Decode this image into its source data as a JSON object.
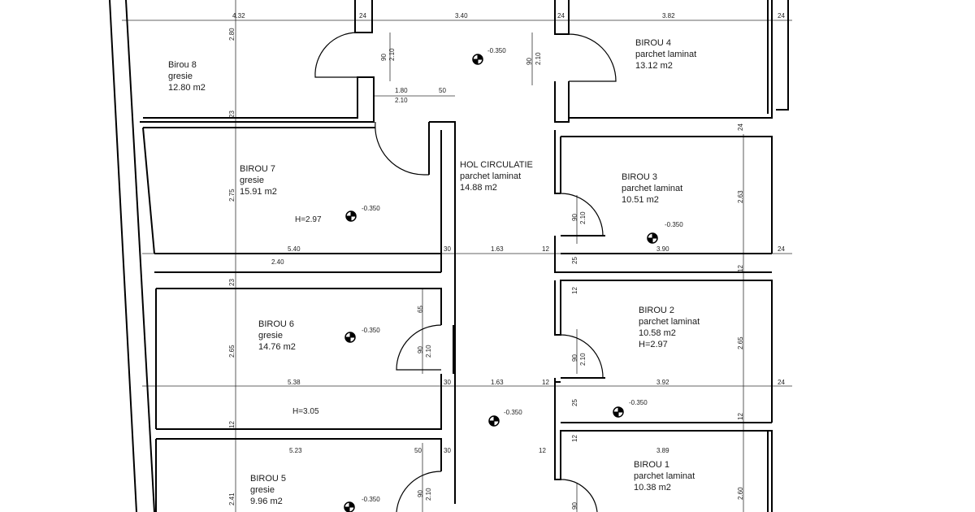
{
  "rooms": [
    {
      "name": "Birou 8",
      "finish": "gresie",
      "area": "12.80 m2"
    },
    {
      "name": "BIROU 4",
      "finish": "parchet laminat",
      "area": "13.12 m2"
    },
    {
      "name": "BIROU 7",
      "finish": "gresie",
      "area": "15.91 m2"
    },
    {
      "name": "HOL CIRCULATIE",
      "finish": "parchet laminat",
      "area": "14.88 m2"
    },
    {
      "name": "BIROU 3",
      "finish": "parchet laminat",
      "area": "10.51 m2"
    },
    {
      "name": "BIROU 6",
      "finish": "gresie",
      "area": "14.76 m2"
    },
    {
      "name": "BIROU 2",
      "finish": "parchet laminat",
      "area": "10.58 m2",
      "height": "H=2.97"
    },
    {
      "name": "BIROU 5",
      "finish": "gresie",
      "area": "9.96 m2"
    },
    {
      "name": "BIROU 1",
      "finish": "parchet laminat",
      "area": "10.38 m2"
    }
  ],
  "heights": {
    "birou7": "H=2.97",
    "birou6": "H=3.05"
  },
  "level": "-0.350",
  "dimensions": {
    "top_left": "4.32",
    "top_mid": "3.40",
    "top_right": "3.82",
    "w24": "24",
    "d180": "1.80",
    "d210": "2.10",
    "d50": "50",
    "r7_width": "5.40",
    "r7_inner": "2.40",
    "d30": "30",
    "d163": "1.63",
    "d12": "12",
    "r3_width": "3.90",
    "r6_width": "5.38",
    "r2_width": "3.92",
    "r5_width": "5.23",
    "r1_width": "3.89",
    "v280": "2.80",
    "v275": "2.75",
    "v23": "23",
    "v265": "2.65",
    "v263": "2.63",
    "v12": "12",
    "v90": "90",
    "v210": "2.10",
    "v65": "65",
    "v25": "25",
    "v260": "2.60",
    "v241": "2.41"
  }
}
